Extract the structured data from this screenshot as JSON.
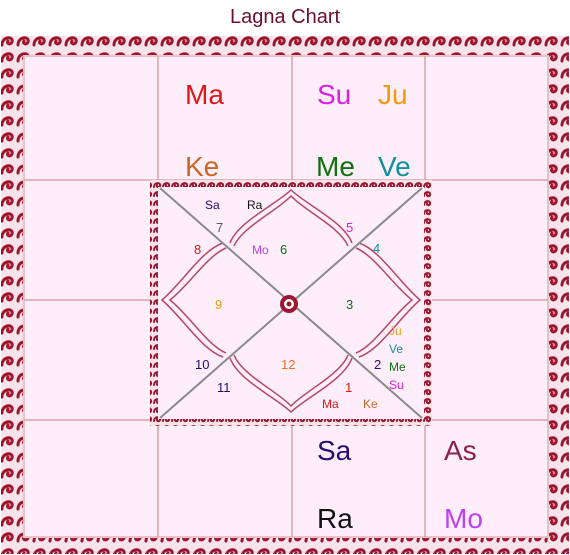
{
  "title": "Lagna Chart",
  "colors": {
    "border": "#9c1630",
    "border_light": "#f2d6de",
    "cell_bg": "#fdeefa",
    "grid_line": "#d9a0a8",
    "diagonal": "#8a8a8a",
    "petal": "#b54866",
    "Su": "#e020e0",
    "Mo": "#c040f0",
    "Ma": "#e01818",
    "Me": "#107010",
    "Ju": "#f09a10",
    "Ve": "#10909a",
    "Sa": "#2a0a70",
    "Ra": "#101010",
    "Ke": "#c86828",
    "As": "#8a2050"
  },
  "outer_cells": {
    "north": {
      "top": [
        "Ma"
      ],
      "bottom": [
        "Ke"
      ]
    },
    "north_east": {
      "top": [
        "Su",
        "Ju"
      ],
      "bottom": [
        "Me",
        "Ve"
      ]
    },
    "south_east": {
      "top": [
        "Sa"
      ],
      "bottom": [
        "Ra"
      ]
    },
    "south": {
      "top": [
        "As"
      ],
      "bottom": [
        "Mo"
      ]
    }
  },
  "houses": [
    {
      "num": "7",
      "color": "#555555"
    },
    {
      "num": "8",
      "color": "#e01818"
    },
    {
      "num": "6",
      "color": "#107010"
    },
    {
      "num": "5",
      "color": "#e020e0"
    },
    {
      "num": "4",
      "color": "#10909a"
    },
    {
      "num": "9",
      "color": "#f09a10"
    },
    {
      "num": "3",
      "color": "#107010"
    },
    {
      "num": "10",
      "color": "#2a0a70"
    },
    {
      "num": "11",
      "color": "#2a0a70"
    },
    {
      "num": "12",
      "color": "#f07020"
    },
    {
      "num": "2",
      "color": "#2a0a70"
    },
    {
      "num": "1",
      "color": "#e01818"
    }
  ],
  "inner_planets": {
    "house7": [
      "Sa",
      "Ra"
    ],
    "house6": [
      "Mo"
    ],
    "house2": [
      "Ju",
      "Ve",
      "Me",
      "Su"
    ],
    "house1": [
      "Ma",
      "Ke"
    ]
  }
}
